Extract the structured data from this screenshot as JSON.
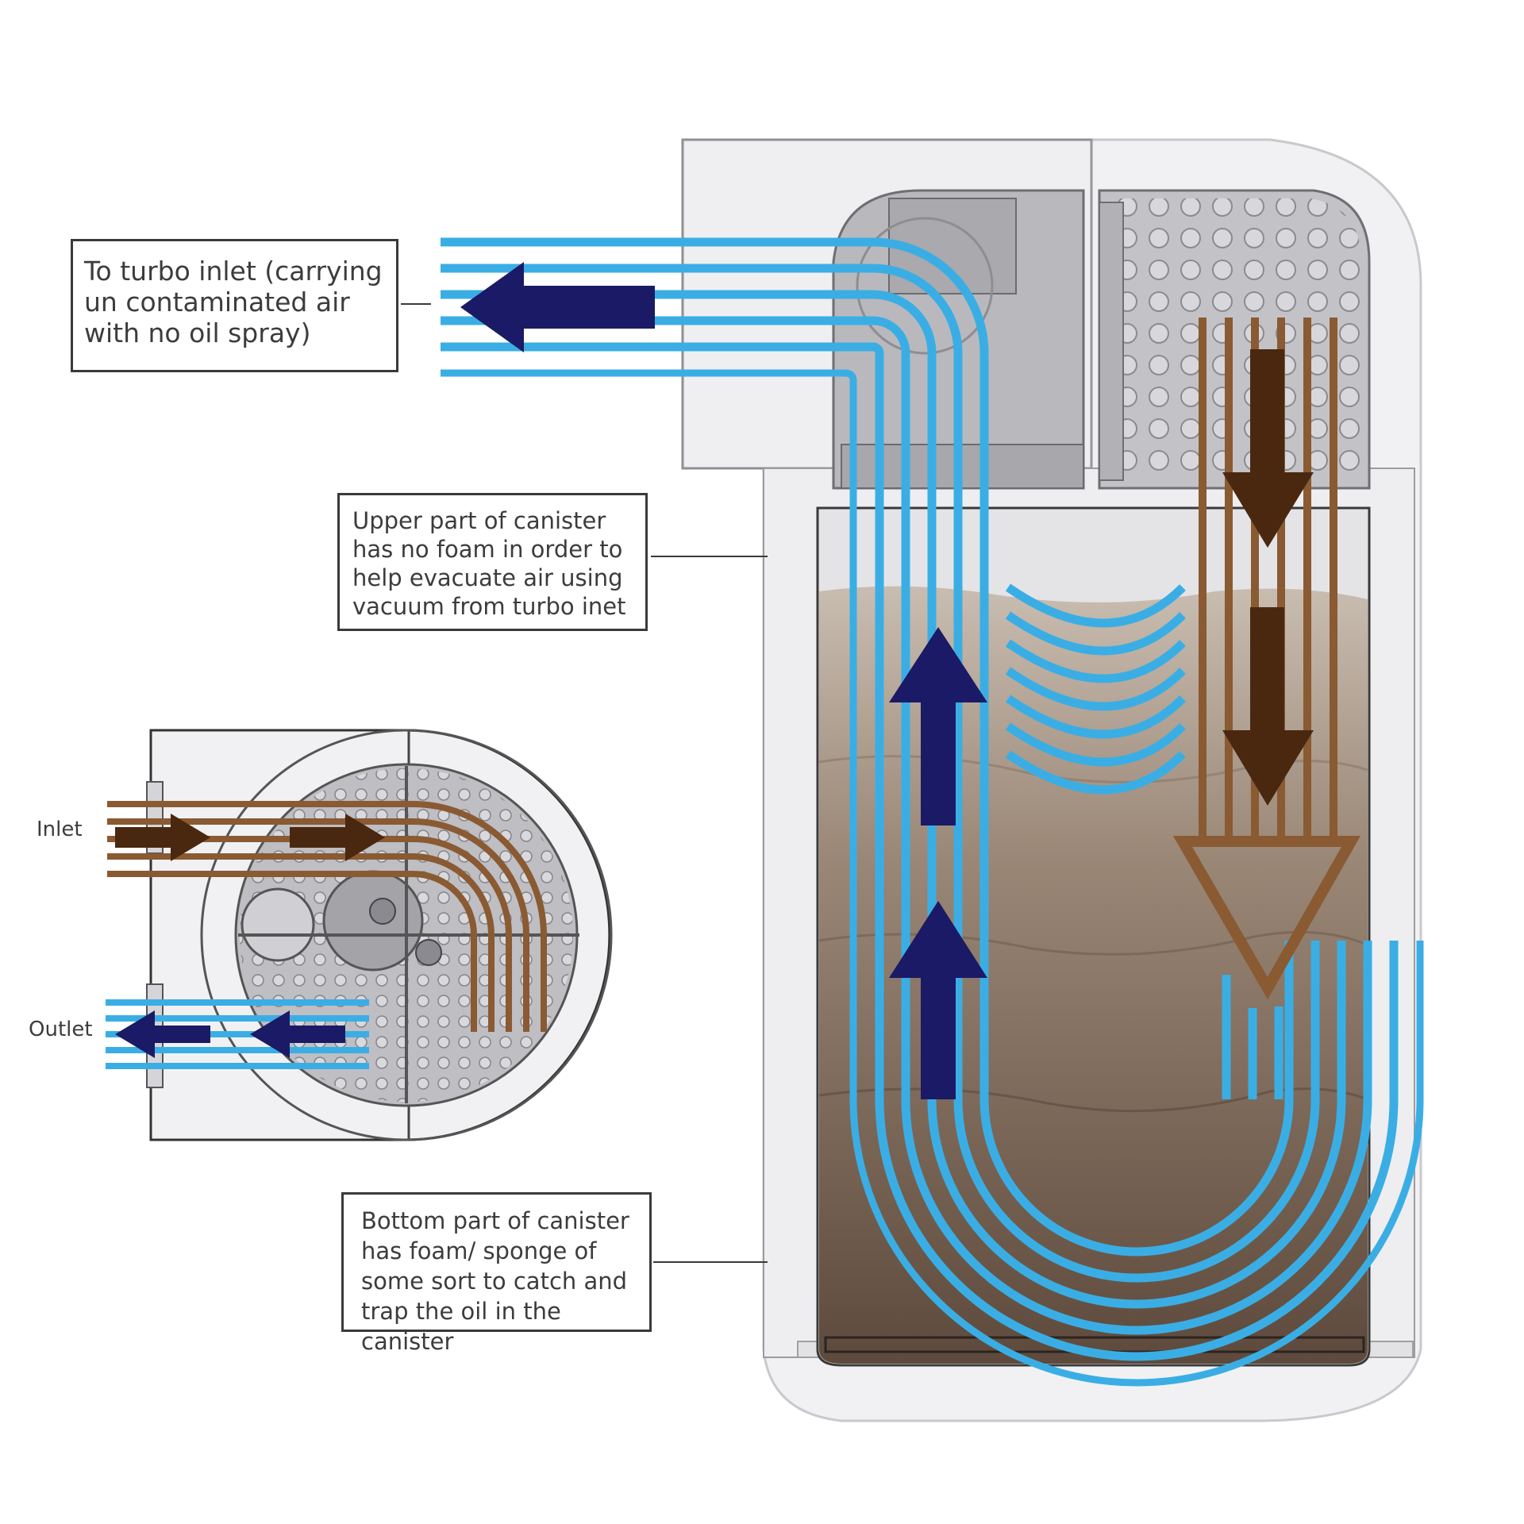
{
  "callouts": {
    "turbo_inlet": "To turbo inlet (carrying un contaminated air with no oil spray)",
    "upper_canister": "Upper part of canister has no foam in order to help evacuate air using vacuum from turbo inet",
    "bottom_canister": "Bottom part of canister has foam/ sponge of some sort to catch and trap the oil in the canister"
  },
  "top_view": {
    "inlet_label": "Inlet",
    "outlet_label": "Outlet"
  },
  "colors": {
    "clean_air": "#3aaee4",
    "oily_air": "#8a5a32",
    "arrow_clean": "#1a1a66",
    "arrow_oily": "#4a2810"
  },
  "icons": [
    "arrow-left-icon",
    "arrow-up-icon",
    "arrow-down-icon",
    "hollow-arrow-down-icon",
    "arrow-right-icon"
  ]
}
